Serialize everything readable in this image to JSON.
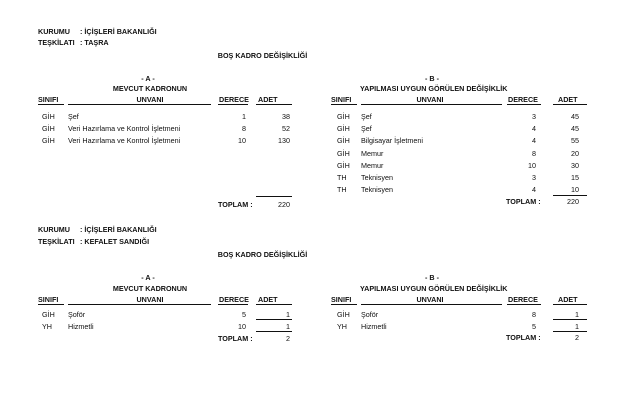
{
  "sections": [
    {
      "kurumu_label": "KURUMU",
      "kurumu_value": ":  İÇİŞLERİ BAKANLIĞI",
      "teskilati_label": "TEŞKİLATI",
      "teskilati_value": ":  TAŞRA",
      "title": "BOŞ KADRO DEĞİŞİKLİĞİ",
      "left": {
        "marker": "- A -",
        "heading": "MEVCUT KADRONUN",
        "headers": {
          "sinifi": "SINIFI",
          "unvani": "UNVANI",
          "derece": "DERECE",
          "adet": "ADET"
        },
        "rows": [
          {
            "sinifi": "GİH",
            "unvani": "Şef",
            "derece": "1",
            "adet": "38"
          },
          {
            "sinifi": "GİH",
            "unvani": "Veri Hazırlama ve Kontrol İşletmeni",
            "derece": "8",
            "adet": "52"
          },
          {
            "sinifi": "GİH",
            "unvani": "Veri Hazırlama ve Kontrol İşletmeni",
            "derece": "10",
            "adet": "130"
          }
        ],
        "total_label": "TOPLAM :",
        "total_value": "220"
      },
      "right": {
        "marker": "- B -",
        "heading": "YAPILMASI UYGUN GÖRÜLEN DEĞİŞİKLİK",
        "headers": {
          "sinifi": "SINIFI",
          "unvani": "UNVANI",
          "derece": "DERECE",
          "adet": "ADET"
        },
        "rows": [
          {
            "sinifi": "GİH",
            "unvani": "Şef",
            "derece": "3",
            "adet": "45"
          },
          {
            "sinifi": "GİH",
            "unvani": "Şef",
            "derece": "4",
            "adet": "45"
          },
          {
            "sinifi": "GİH",
            "unvani": "Bilgisayar İşletmeni",
            "derece": "4",
            "adet": "55"
          },
          {
            "sinifi": "GİH",
            "unvani": "Memur",
            "derece": "8",
            "adet": "20"
          },
          {
            "sinifi": "GİH",
            "unvani": "Memur",
            "derece": "10",
            "adet": "30"
          },
          {
            "sinifi": "TH",
            "unvani": "Teknisyen",
            "derece": "3",
            "adet": "15"
          },
          {
            "sinifi": "TH",
            "unvani": "Teknisyen",
            "derece": "4",
            "adet": "10"
          }
        ],
        "total_label": "TOPLAM :",
        "total_value": "220"
      }
    },
    {
      "kurumu_label": "KURUMU",
      "kurumu_value": ":  İÇİŞLERİ BAKANLIĞI",
      "teskilati_label": "TEŞKİLATI",
      "teskilati_value": ":  KEFALET SANDIĞI",
      "title": "BOŞ KADRO DEĞİŞİKLİĞİ",
      "left": {
        "marker": "- A -",
        "heading": "MEVCUT KADRONUN",
        "headers": {
          "sinifi": "SINIFI",
          "unvani": "UNVANI",
          "derece": "DERECE",
          "adet": "ADET"
        },
        "rows": [
          {
            "sinifi": "GİH",
            "unvani": "Şoför",
            "derece": "5",
            "adet": "1"
          },
          {
            "sinifi": "YH",
            "unvani": "Hizmetli",
            "derece": "10",
            "adet": "1"
          }
        ],
        "total_label": "TOPLAM :",
        "total_value": "2"
      },
      "right": {
        "marker": "- B -",
        "heading": "YAPILMASI UYGUN GÖRÜLEN DEĞİŞİKLİK",
        "headers": {
          "sinifi": "SINIFI",
          "unvani": "UNVANI",
          "derece": "DERECE",
          "adet": "ADET"
        },
        "rows": [
          {
            "sinifi": "GİH",
            "unvani": "Şoför",
            "derece": "8",
            "adet": "1"
          },
          {
            "sinifi": "YH",
            "unvani": "Hizmetli",
            "derece": "5",
            "adet": "1"
          }
        ],
        "total_label": "TOPLAM :",
        "total_value": "2"
      }
    }
  ]
}
